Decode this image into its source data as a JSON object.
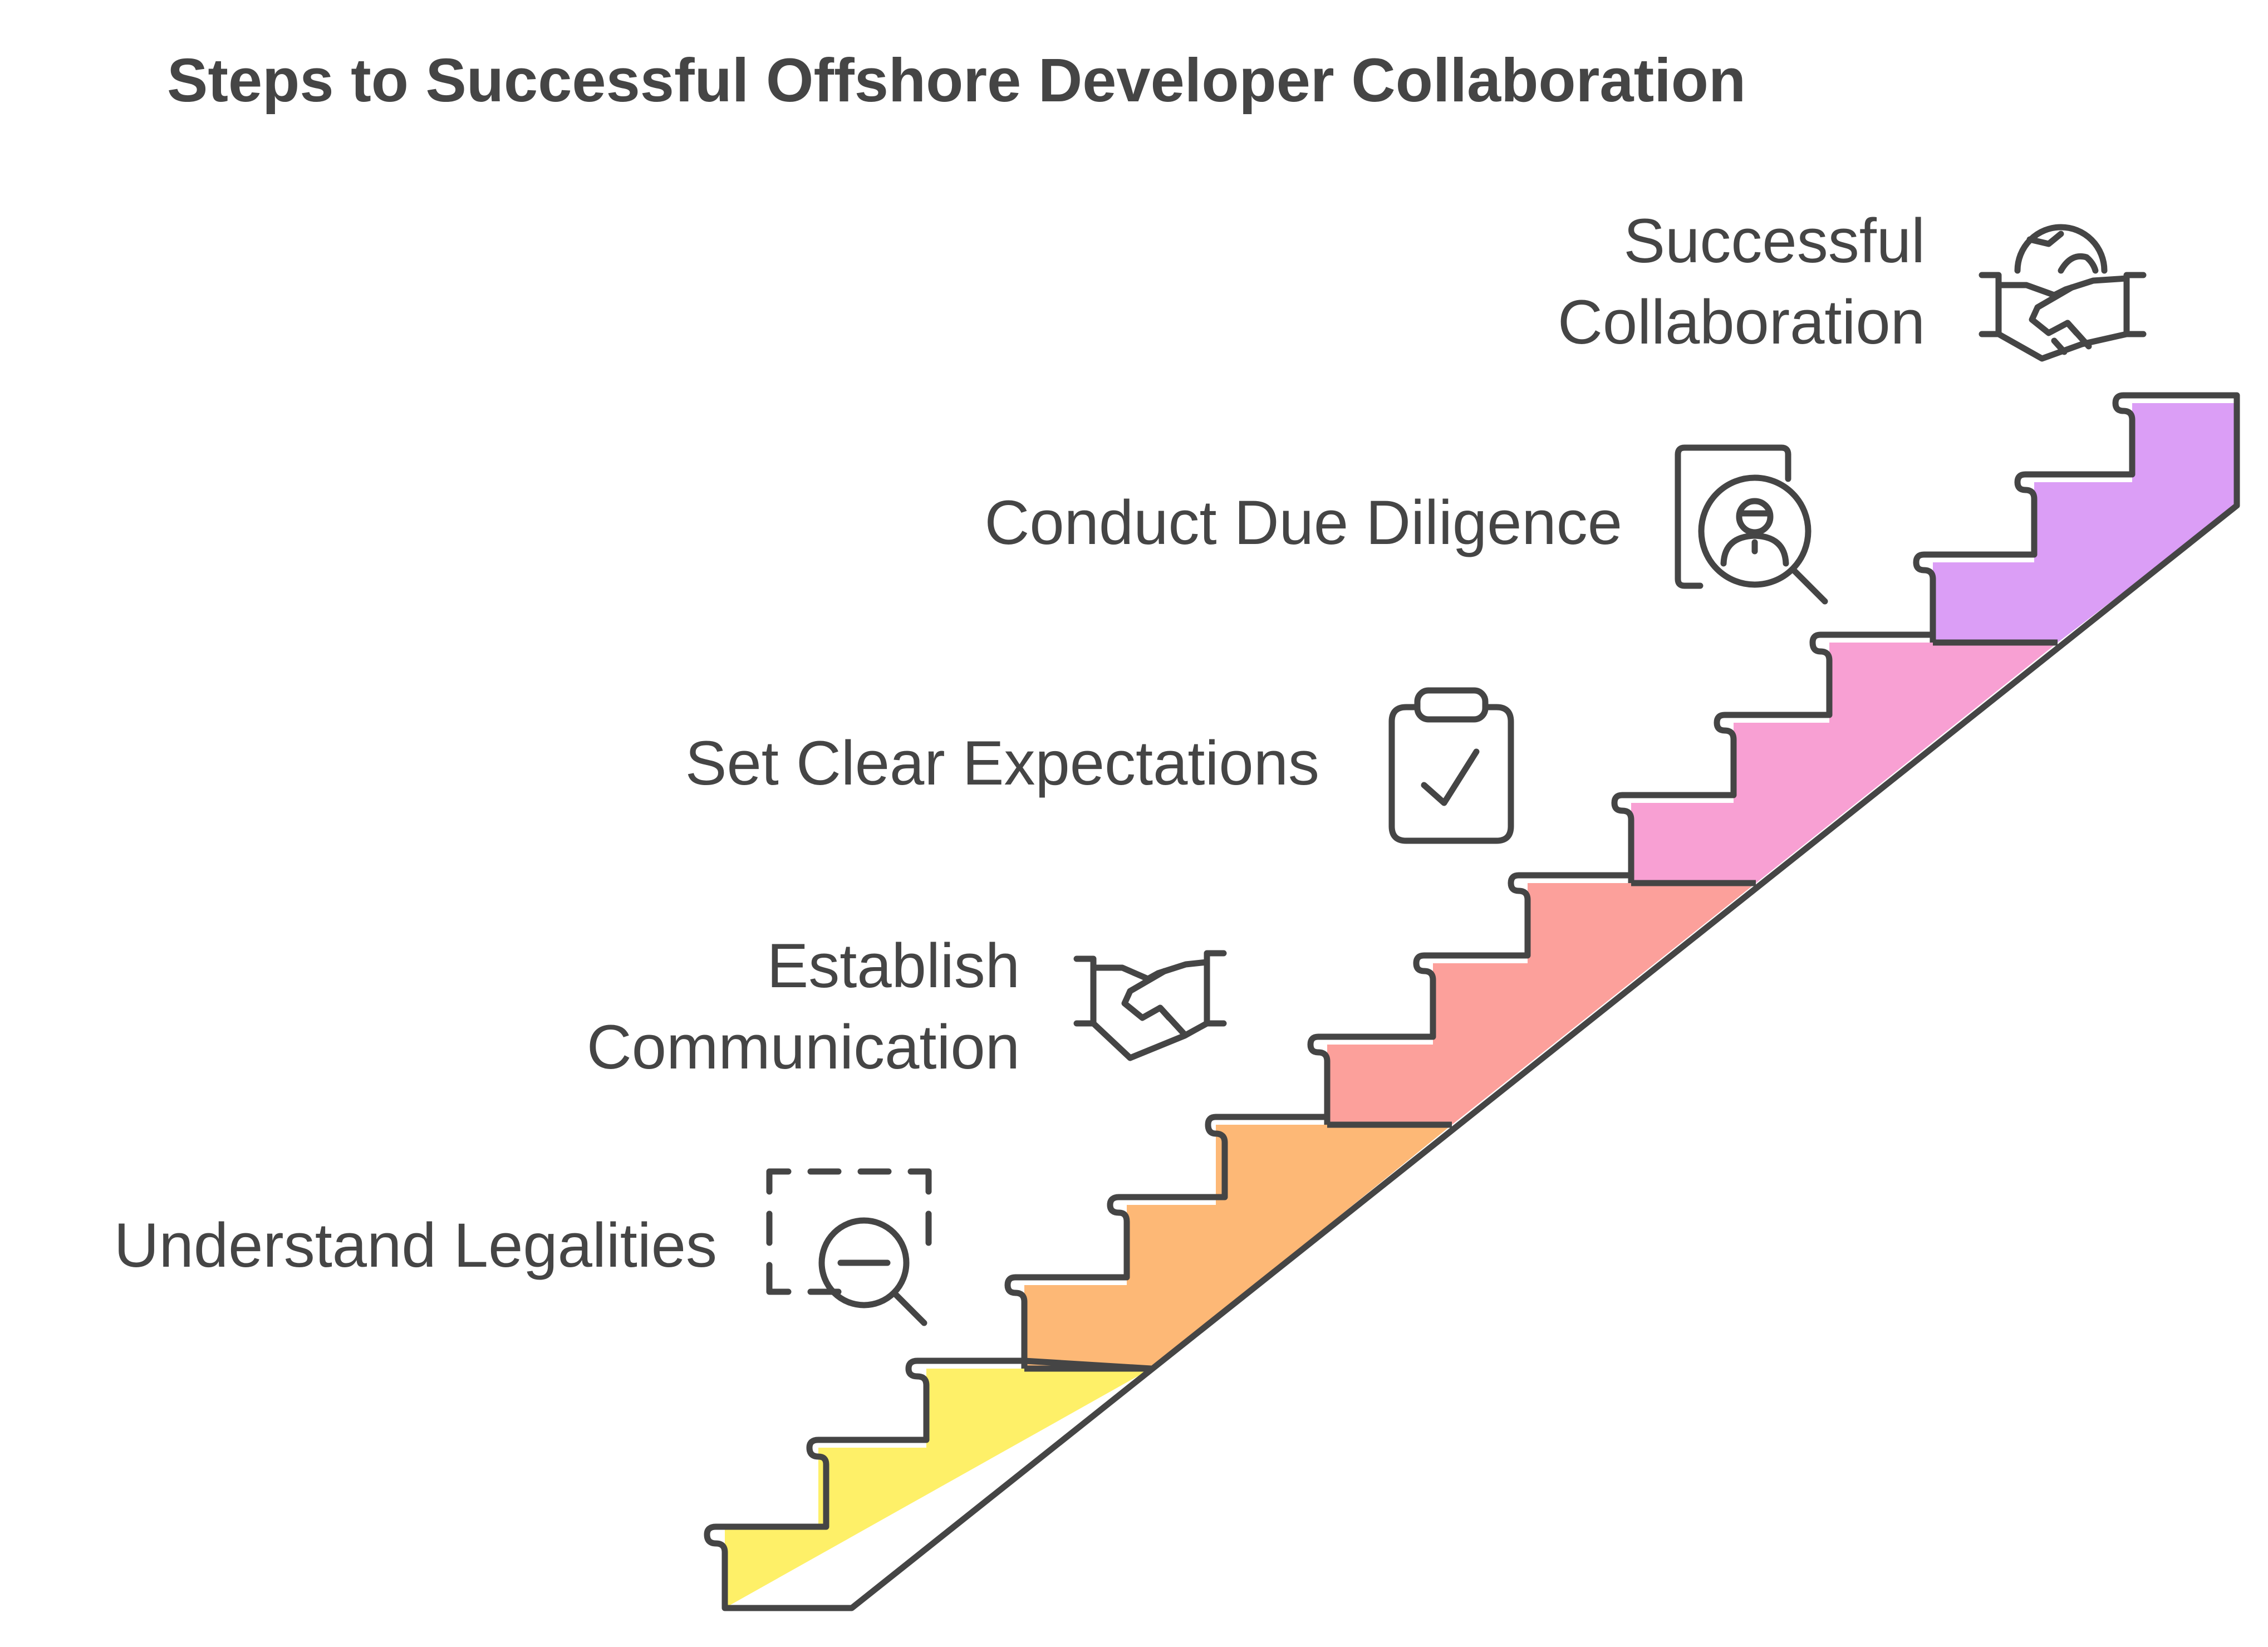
{
  "title": "Steps to Successful Offshore Developer Collaboration",
  "steps": [
    {
      "label_lines": [
        "Understand Legalities"
      ],
      "icon": "dashed-search-minus-icon",
      "color": "#FEF068"
    },
    {
      "label_lines": [
        "Establish",
        "Communication"
      ],
      "icon": "handshake-icon",
      "color": "#FDB876"
    },
    {
      "label_lines": [
        "Set Clear Expectations"
      ],
      "icon": "clipboard-check-icon",
      "color": "#FCA09B"
    },
    {
      "label_lines": [
        "Conduct Due Diligence"
      ],
      "icon": "document-person-search-icon",
      "color": "#F8A0D3"
    },
    {
      "label_lines": [
        "Successful",
        "Collaboration"
      ],
      "icon": "globe-handshake-icon",
      "color": "#DB9EF6"
    }
  ],
  "colors": {
    "outline": "#454545",
    "text": "#454545",
    "background": "#FFFFFF"
  }
}
